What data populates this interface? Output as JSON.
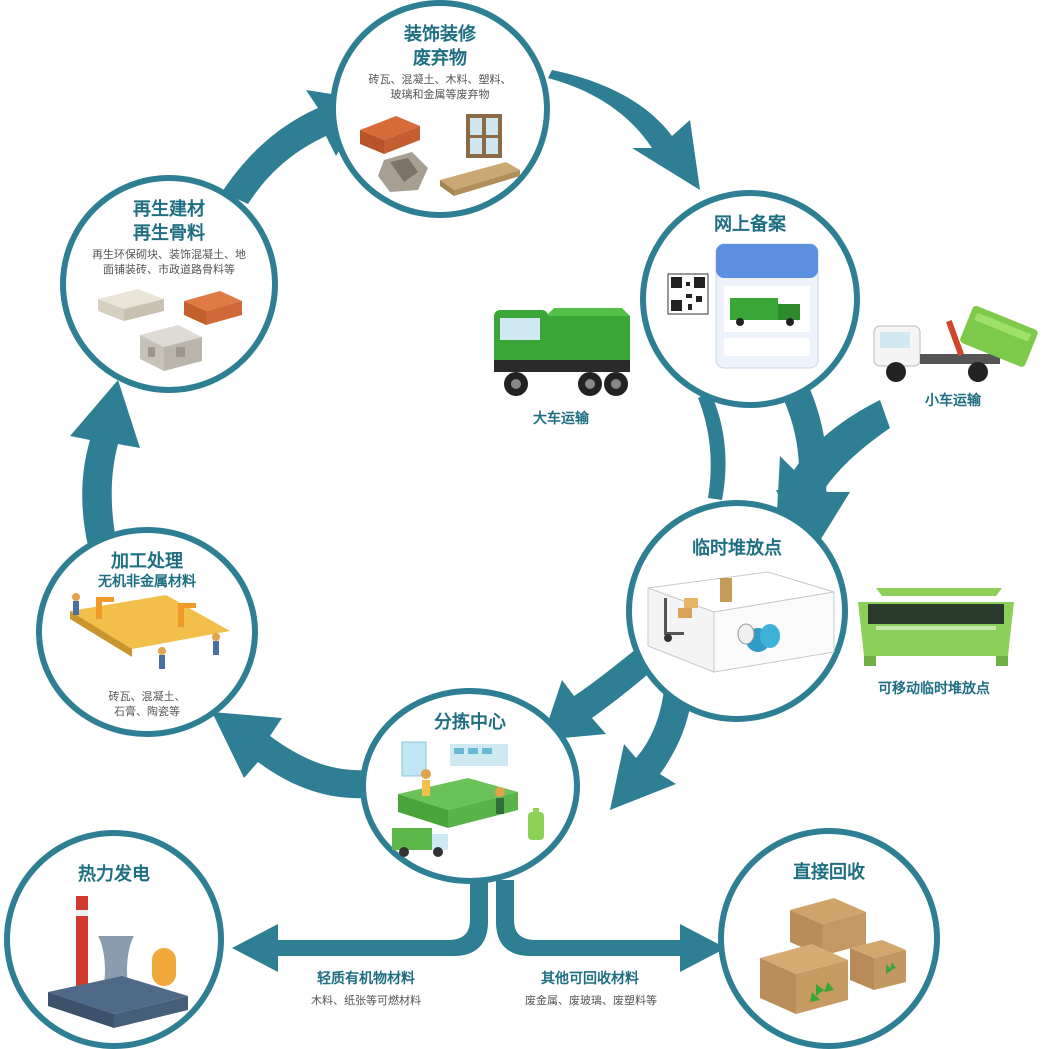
{
  "nodes": {
    "decoration_waste": {
      "title1": "装饰装修",
      "title2": "废弃物",
      "desc1": "砖瓦、混凝土、木料、塑料、",
      "desc2": "玻璃和金属等废弃物"
    },
    "online_registration": {
      "title": "网上备案"
    },
    "temporary_storage": {
      "title": "临时堆放点"
    },
    "sorting_center": {
      "title": "分拣中心"
    },
    "processing": {
      "title1": "加工处理",
      "title2": "无机非金属材料",
      "desc1": "砖瓦、混凝土、",
      "desc2": "石膏、陶瓷等"
    },
    "recycled_materials": {
      "title1": "再生建材",
      "title2": "再生骨料",
      "desc1": "再生环保砌块、装饰混凝土、地",
      "desc2": "面铺装砖、市政道路骨料等"
    },
    "thermal_power": {
      "title": "热力发电"
    },
    "direct_recycling": {
      "title": "直接回收"
    }
  },
  "labels": {
    "large_truck": "大车运输",
    "small_truck": "小车运输",
    "mobile_storage": "可移动临时堆放点",
    "light_organic": "轻质有机物材料",
    "light_organic_desc": "木料、纸张等可燃材料",
    "other_recyclable": "其他可回收材料",
    "other_recyclable_desc": "废金属、废玻璃、废塑料等"
  },
  "colors": {
    "accent": "#2e7f93",
    "title": "#1f6f83",
    "truck_green": "#3aa637",
    "box": "#b98c5a"
  }
}
